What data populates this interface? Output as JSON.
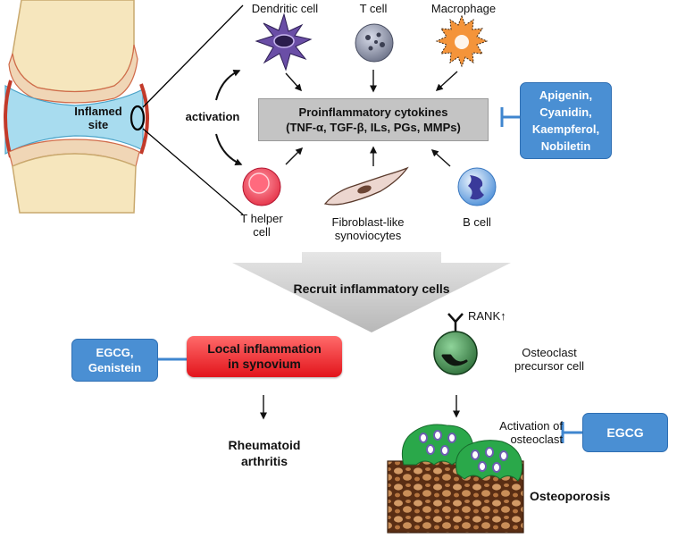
{
  "cells": {
    "dendritic": "Dendritic cell",
    "t_cell": "T cell",
    "macrophage": "Macrophage",
    "t_helper_line1": "T helper",
    "t_helper_line2": "cell",
    "fibroblast_line1": "Fibroblast-like",
    "fibroblast_line2": "synoviocytes",
    "b_cell": "B cell",
    "osteoclast_precursor_line1": "Osteoclast",
    "osteoclast_precursor_line2": "precursor cell"
  },
  "joint": {
    "site_line1": "Inflamed",
    "site_line2": "site"
  },
  "activation_label": "activation",
  "cytokines": {
    "line1": "Proinflammatory cytokines",
    "line2": "(TNF-α, TGF-β, ILs, PGs, MMPs)"
  },
  "inhibitors": {
    "top": [
      "Apigenin,",
      "Cyanidin,",
      "Kaempferol,",
      "Nobiletin"
    ],
    "left": [
      "EGCG,",
      "Genistein"
    ],
    "right": "EGCG"
  },
  "recruit_label": "Recruit inflammatory cells",
  "local_inflammation": {
    "line1": "Local inflammation",
    "line2": "in synovium"
  },
  "rank_label": "RANK↑",
  "outcomes": {
    "ra_line1": "Rheumatoid",
    "ra_line2": "arthritis",
    "activation_osteoclast_line1": "Activation of",
    "activation_osteoclast_line2": "osteoclast",
    "osteoporosis": "Osteoporosis"
  },
  "colors": {
    "inhibitor_blue": "#4a8fd3",
    "cytokine_box": "#c4c4c4",
    "inflammation_red": "#e2141b",
    "osteoclast_green": "#2aa84a",
    "joint_fluid": "#a8dcef",
    "bone": "#f6e6bd"
  }
}
